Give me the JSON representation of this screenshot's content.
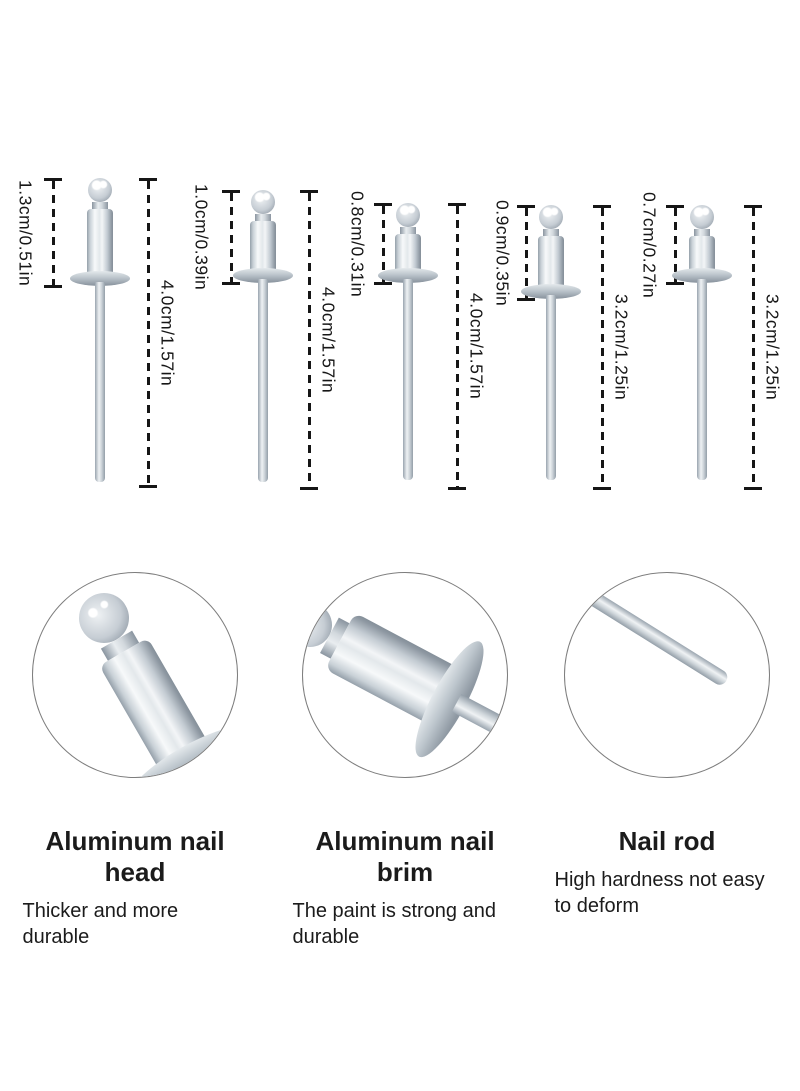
{
  "rivets": [
    {
      "head_dim": "1.3cm/0.51in",
      "total_dim": "4.0cm/1.57in"
    },
    {
      "head_dim": "1.0cm/0.39in",
      "total_dim": "4.0cm/1.57in"
    },
    {
      "head_dim": "0.8cm/0.31in",
      "total_dim": "4.0cm/1.57in"
    },
    {
      "head_dim": "0.9cm/0.35in",
      "total_dim": "3.2cm/1.25in"
    },
    {
      "head_dim": "0.7cm/0.27in",
      "total_dim": "3.2cm/1.25in"
    }
  ],
  "features": [
    {
      "title": "Aluminum nail head",
      "description": "Thicker and more durable"
    },
    {
      "title": "Aluminum nail brim",
      "description": "The paint is strong and durable"
    },
    {
      "title": "Nail rod",
      "description": "High hardness not easy to deform"
    }
  ],
  "colors": {
    "background": "#ffffff",
    "dimension_line": "#161616",
    "text": "#1b1b1b",
    "metal_light": "#f7f9fa",
    "metal_mid": "#c6cdd4",
    "metal_dark": "#8a949e",
    "circle_border": "#7d7d7d"
  }
}
